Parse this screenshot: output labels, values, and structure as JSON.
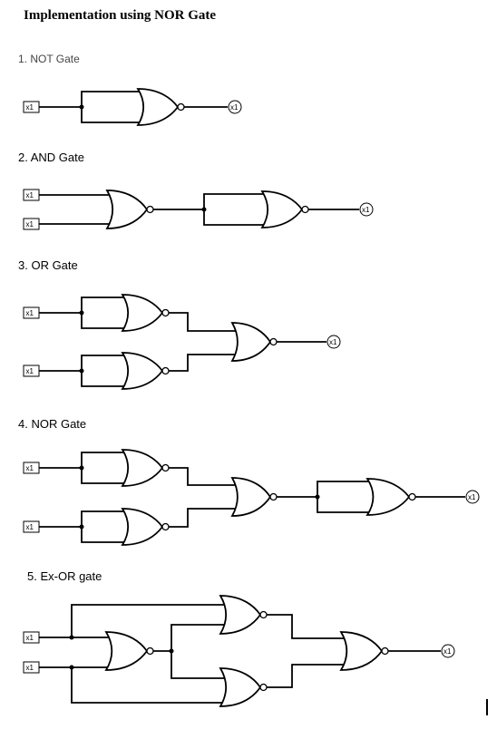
{
  "title": "Implementation using NOR Gate",
  "sections": {
    "not": "1. NOT Gate",
    "and": "2. AND Gate",
    "or": "3. OR Gate",
    "nor": "4. NOR Gate",
    "xor": "5. Ex-OR gate"
  },
  "input_label": "x1",
  "output_label": "x1",
  "colors": {
    "line": "#000000",
    "background": "#ffffff"
  }
}
